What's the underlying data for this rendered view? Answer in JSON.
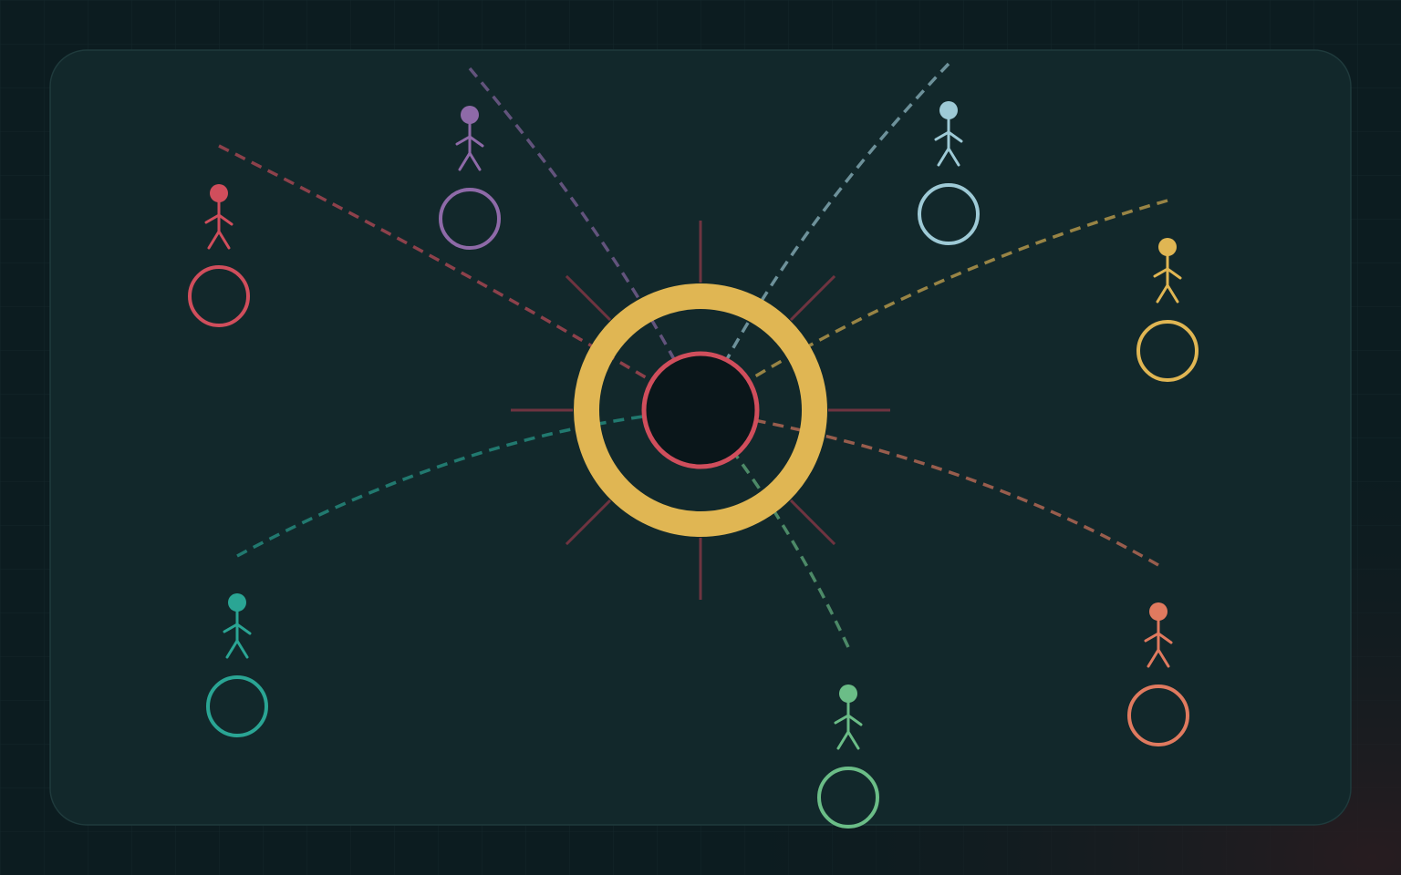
{
  "colors": {
    "background": "#0c1c20",
    "board": "#12282b",
    "board_border": "#1f3a3c",
    "core_fill": "#0a161a",
    "core_ring": "#e0b653",
    "inner_ring": "#d04e5c",
    "spokes": "#6e3440"
  },
  "center": {
    "outer_ring_icon": "ring-icon",
    "inner_ring_icon": "ring-icon"
  },
  "players": [
    {
      "id": "red",
      "color": "#d04e5c",
      "icon": "stick-figure-icon"
    },
    {
      "id": "purple",
      "color": "#8e6aa8",
      "icon": "stick-figure-icon"
    },
    {
      "id": "light-blue",
      "color": "#9ecad6",
      "icon": "stick-figure-icon"
    },
    {
      "id": "yellow",
      "color": "#e0b653",
      "icon": "stick-figure-icon"
    },
    {
      "id": "teal",
      "color": "#2aa594",
      "icon": "stick-figure-icon"
    },
    {
      "id": "green",
      "color": "#6bbd87",
      "icon": "stick-figure-icon"
    },
    {
      "id": "orange",
      "color": "#e07a5f",
      "icon": "stick-figure-icon"
    }
  ]
}
